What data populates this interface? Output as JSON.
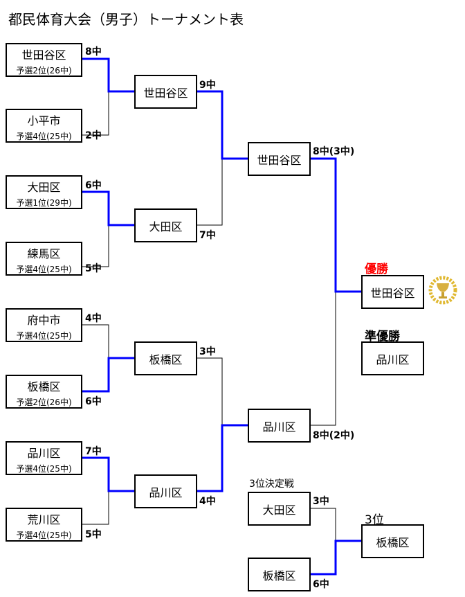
{
  "title": "都民体育大会（男子）トーナメント表",
  "colors": {
    "win_line": "#0000ff",
    "champion_label": "#ff0000"
  },
  "round1": [
    {
      "name": "世田谷区",
      "sub": "予選2位(26中)",
      "score": "8中"
    },
    {
      "name": "小平市",
      "sub": "予選4位(25中)",
      "score": "2中"
    },
    {
      "name": "大田区",
      "sub": "予選1位(29中)",
      "score": "6中"
    },
    {
      "name": "練馬区",
      "sub": "予選4位(25中)",
      "score": "5中"
    },
    {
      "name": "府中市",
      "sub": "予選4位(25中)",
      "score": "4中"
    },
    {
      "name": "板橋区",
      "sub": "予選2位(26中)",
      "score": "6中"
    },
    {
      "name": "品川区",
      "sub": "予選4位(25中)",
      "score": "7中"
    },
    {
      "name": "荒川区",
      "sub": "予選4位(25中)",
      "score": "5中"
    }
  ],
  "round2": [
    {
      "name": "世田谷区",
      "score": "9中"
    },
    {
      "name": "大田区",
      "score": "7中"
    },
    {
      "name": "板橋区",
      "score": "3中"
    },
    {
      "name": "品川区",
      "score": "4中"
    }
  ],
  "semifinal": [
    {
      "name": "世田谷区",
      "score": "8中(3中)"
    },
    {
      "name": "品川区",
      "score": "8中(2中)"
    }
  ],
  "champion": {
    "label": "優勝",
    "name": "世田谷区",
    "icon": "trophy-icon"
  },
  "runner_up": {
    "label": "準優勝",
    "name": "品川区"
  },
  "third_place_match": {
    "label": "3位決定戦",
    "teams": [
      {
        "name": "大田区",
        "score": "3中"
      },
      {
        "name": "板橋区",
        "score": "6中"
      }
    ]
  },
  "third": {
    "label": "3位",
    "name": "板橋区"
  }
}
